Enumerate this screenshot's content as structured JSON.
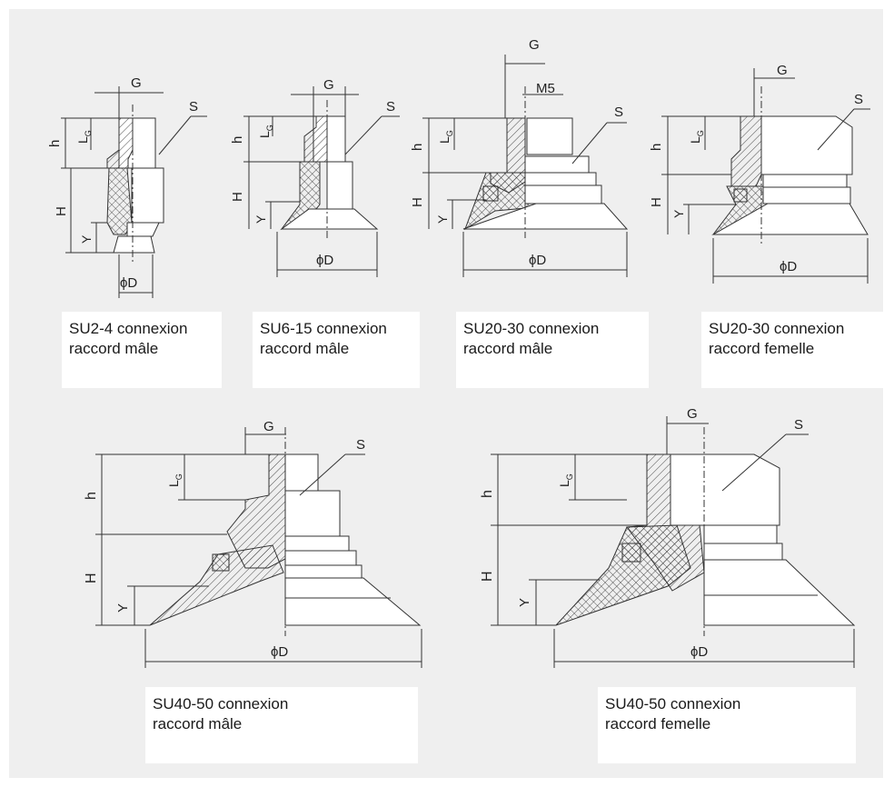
{
  "captions": [
    {
      "line1": "SU2-4 connexion",
      "line2": "raccord mâle"
    },
    {
      "line1": "SU6-15 connexion",
      "line2": "raccord mâle"
    },
    {
      "line1": "SU20-30 connexion",
      "line2": "raccord mâle"
    },
    {
      "line1": "SU20-30 connexion",
      "line2": "raccord femelle"
    },
    {
      "line1": "SU40-50 connexion",
      "line2": "raccord mâle"
    },
    {
      "line1": "SU40-50 connexion",
      "line2": "raccord femelle"
    }
  ],
  "labels": {
    "G": "G",
    "S": "S",
    "h": "h",
    "H": "H",
    "Y": "Y",
    "L": "L",
    "G_sub": "G",
    "D": "ϕD",
    "M5": "M5"
  },
  "colors": {
    "panel": "#efefef",
    "line": "#333333"
  }
}
